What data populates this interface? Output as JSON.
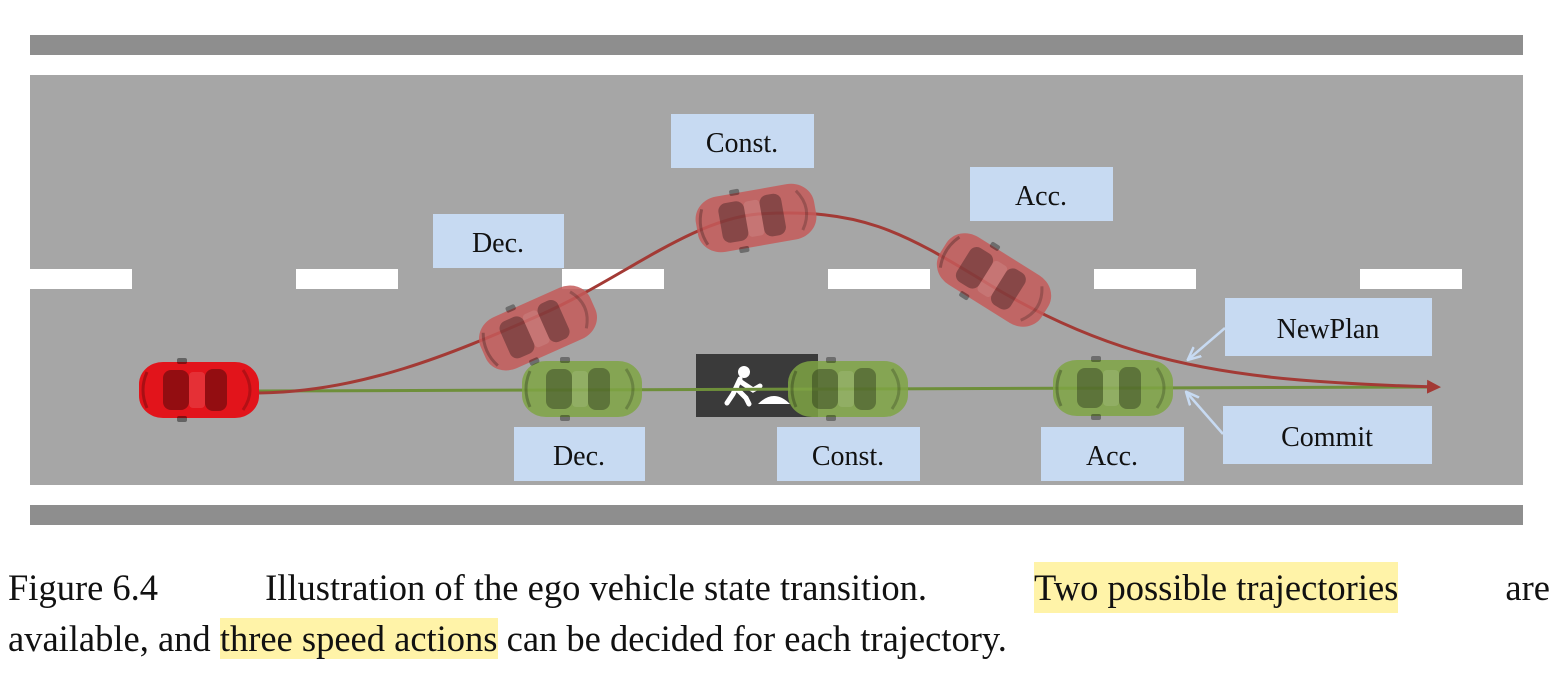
{
  "colors": {
    "road": "#a6a6a6",
    "road_edge": "#8c8c8c",
    "lane_marking": "#ffffff",
    "label_box": "#c7daf2",
    "newplan_path": "#a33a35",
    "commit_path": "#6e8f3a",
    "ego_car": "#e2141b",
    "newplan_car": "#c45a59",
    "commit_car": "#7fa444",
    "highlight": "#fff3a8"
  },
  "icons": {
    "construction_sign": "road-work-icon"
  },
  "diagram": {
    "upper_labels": {
      "dec": "Dec.",
      "const": "Const.",
      "acc": "Acc."
    },
    "lower_labels": {
      "dec": "Dec.",
      "const": "Const.",
      "acc": "Acc."
    },
    "newplan_label": "NewPlan",
    "commit_label": "Commit"
  },
  "caption": {
    "figure_number": "Figure 6.4",
    "text_1": "Illustration of the ego vehicle state transition.",
    "highlight_1": "Two possible trajectories",
    "text_2": "are",
    "text_3": "available, and",
    "highlight_2": "three speed actions",
    "text_4": "can be decided for each trajectory."
  }
}
